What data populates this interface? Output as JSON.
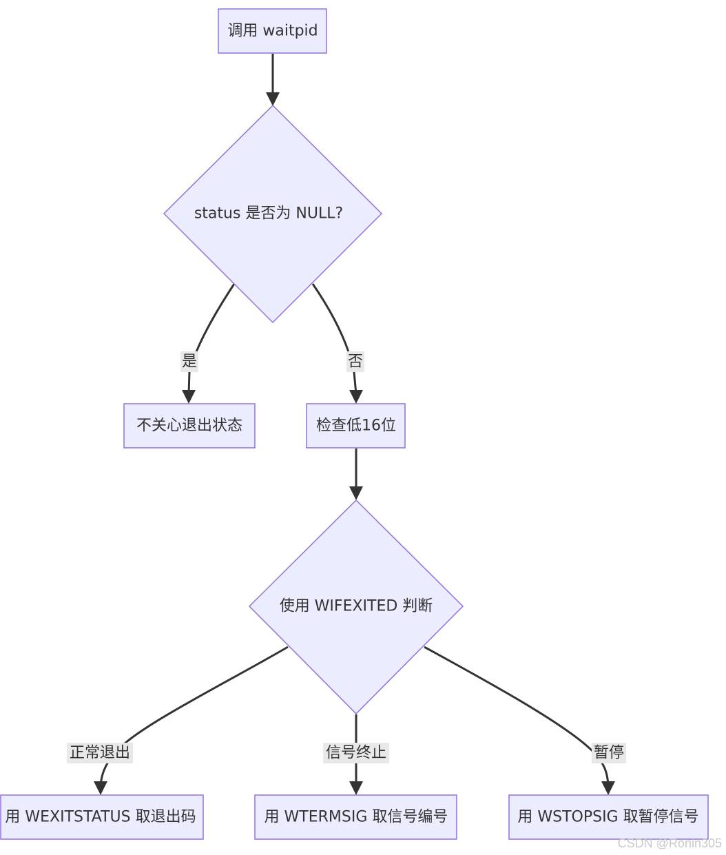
{
  "nodes": {
    "call_waitpid": "调用 waitpid",
    "status_null": "status 是否为 NULL?",
    "ignore_status": "不关心退出状态",
    "check_low16": "检查低16位",
    "wifexited": "使用 WIFEXITED 判断",
    "wexitstatus": "用 WEXITSTATUS 取退出码",
    "wtermsig": "用 WTERMSIG 取信号编号",
    "wstopsig": "用 WSTOPSIG 取暂停信号"
  },
  "edges": {
    "yes": "是",
    "no": "否",
    "normal_exit": "正常退出",
    "signal_terminated": "信号终止",
    "stopped": "暂停"
  },
  "watermark": "CSDN @Ronin305",
  "colors": {
    "node_fill": "#ececff",
    "node_stroke": "#9370db",
    "edge": "#333333",
    "edge_label_bg": "#e8e8e8",
    "text": "#333333"
  }
}
